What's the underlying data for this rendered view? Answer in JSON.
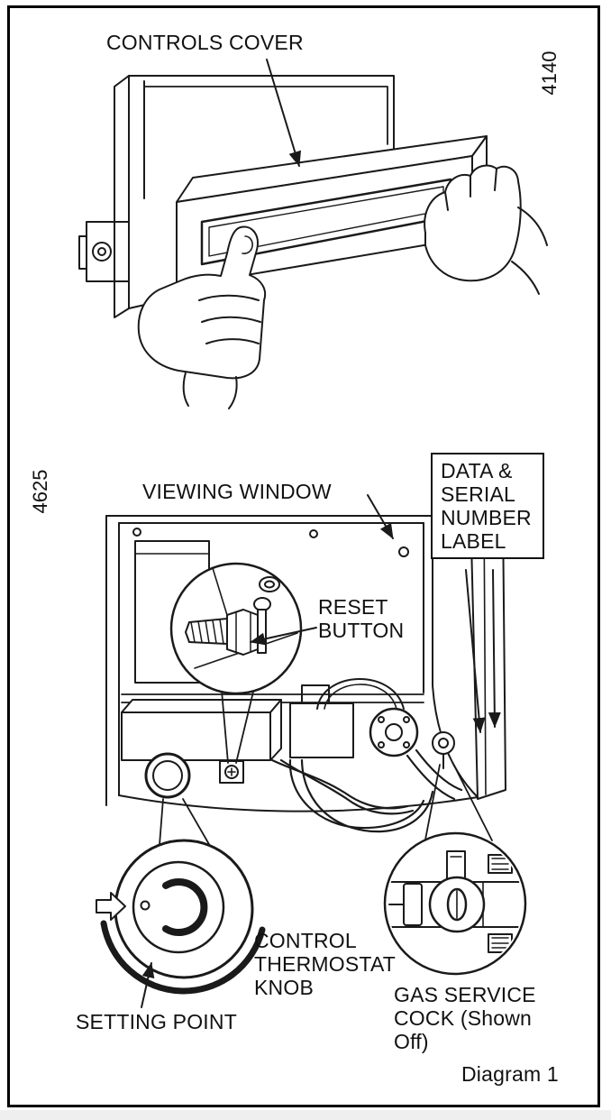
{
  "figure": {
    "top_figure_number": "4140",
    "bottom_figure_number": "4625",
    "caption": "Diagram 1"
  },
  "labels": {
    "controls_cover": "CONTROLS COVER",
    "viewing_window": "VIEWING WINDOW",
    "data_serial": "DATA &\nSERIAL\nNUMBER\nLABEL",
    "reset_button": "RESET\nBUTTON",
    "control_thermostat_knob": "CONTROL\nTHERMOSTAT\nKNOB",
    "setting_point": "SETTING POINT",
    "gas_service_cock": "GAS SERVICE\nCOCK (Shown\nOff)"
  },
  "colors": {
    "line": "#1a1a1a",
    "background": "#ffffff"
  }
}
